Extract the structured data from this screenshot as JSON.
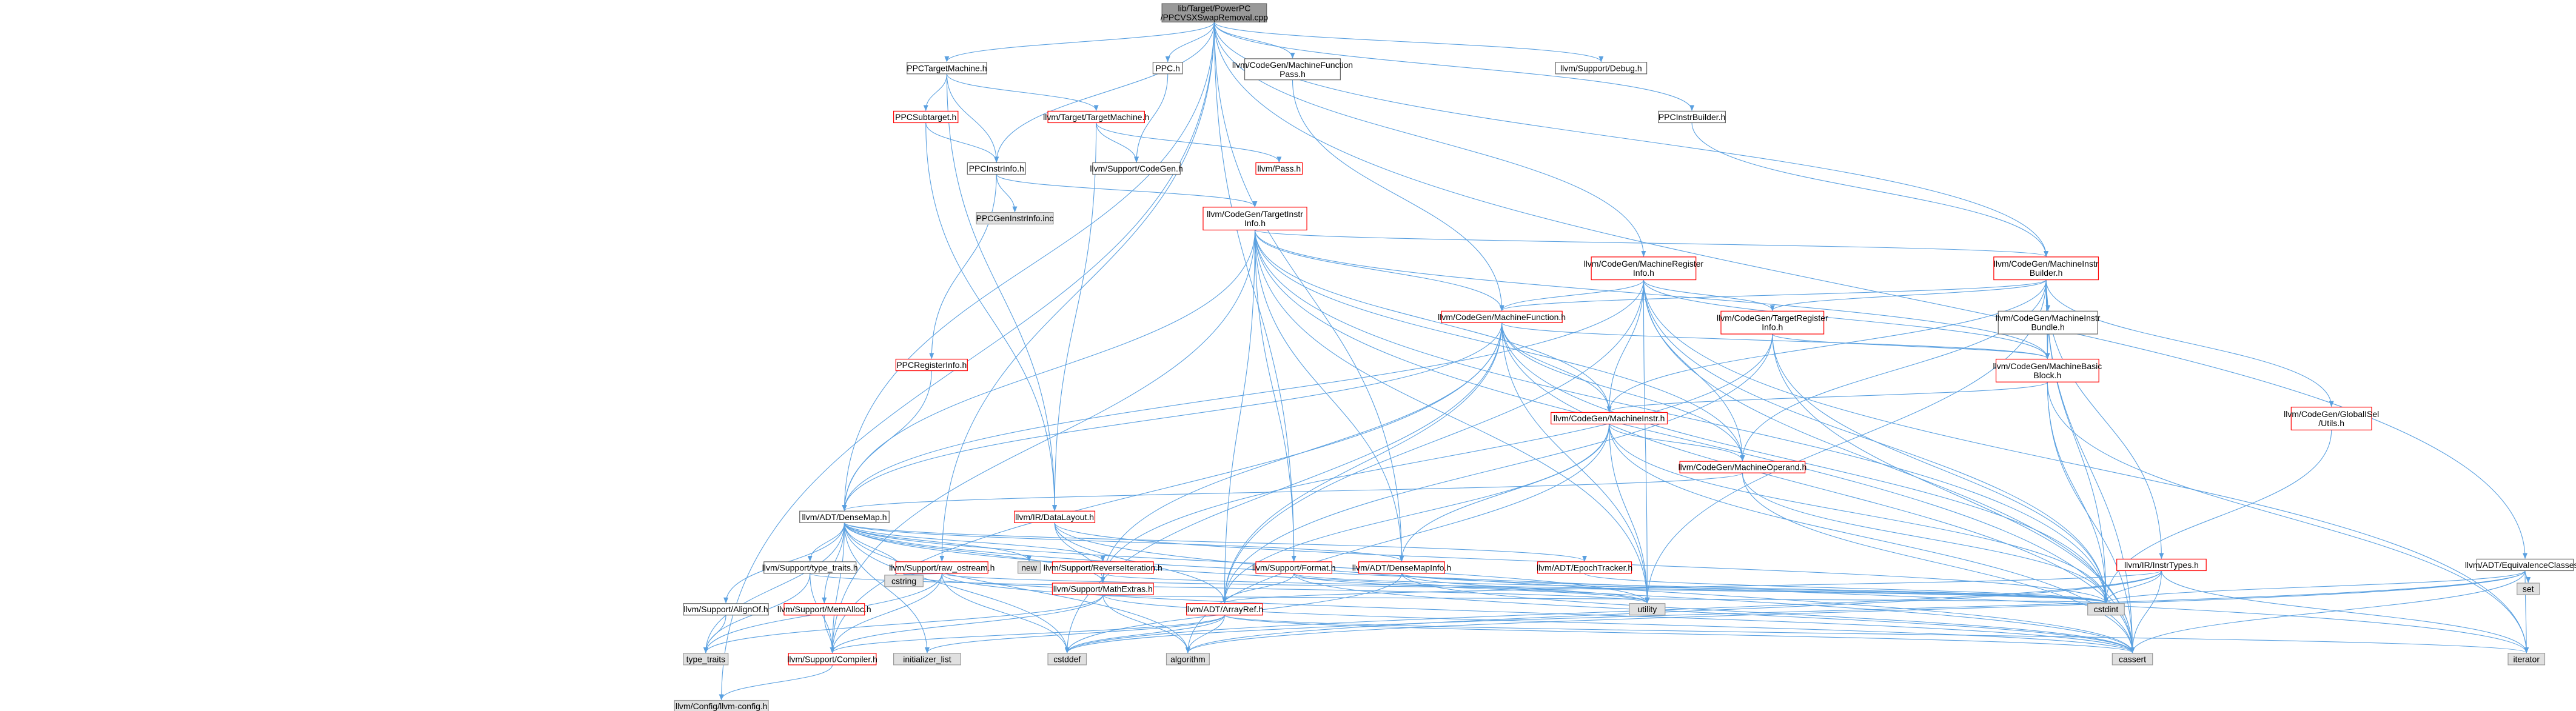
{
  "colors": {
    "root_fill": "#999999",
    "plain_fill": "#ffffff",
    "missing_fill": "#e0e0e0",
    "node_border_black": "#666666",
    "node_border_red": "#ff0000",
    "node_border_gray": "#999999",
    "text": "#000000",
    "edge": "#5aa0e0"
  },
  "nodes": [
    {
      "id": "root",
      "lines": [
        "lib/Target/PowerPC",
        "/PPCVSXSwapRemoval.cpp"
      ],
      "style": "root"
    },
    {
      "id": "ppctm",
      "lines": [
        "PPCTargetMachine.h"
      ],
      "style": "black"
    },
    {
      "id": "ppch",
      "lines": [
        "PPC.h"
      ],
      "style": "black"
    },
    {
      "id": "mfpass",
      "lines": [
        "llvm/CodeGen/MachineFunction",
        "Pass.h"
      ],
      "style": "black"
    },
    {
      "id": "debug",
      "lines": [
        "llvm/Support/Debug.h"
      ],
      "style": "black"
    },
    {
      "id": "ppcinstrbuilder",
      "lines": [
        "PPCInstrBuilder.h"
      ],
      "style": "black"
    },
    {
      "id": "ppcsubtarget",
      "lines": [
        "PPCSubtarget.h"
      ],
      "style": "red"
    },
    {
      "id": "targetmachine",
      "lines": [
        "llvm/Target/TargetMachine.h"
      ],
      "style": "red"
    },
    {
      "id": "ppcinstrinfo",
      "lines": [
        "PPCInstrInfo.h"
      ],
      "style": "black"
    },
    {
      "id": "cgcodegen",
      "lines": [
        "llvm/Support/CodeGen.h"
      ],
      "style": "black"
    },
    {
      "id": "pass",
      "lines": [
        "llvm/Pass.h"
      ],
      "style": "red"
    },
    {
      "id": "ppcgeninstr",
      "lines": [
        "PPCGenInstrInfo.inc"
      ],
      "style": "gray"
    },
    {
      "id": "tii",
      "lines": [
        "llvm/CodeGen/TargetInstr",
        "Info.h"
      ],
      "style": "red"
    },
    {
      "id": "mri",
      "lines": [
        "llvm/CodeGen/MachineRegister",
        "Info.h"
      ],
      "style": "red"
    },
    {
      "id": "mib",
      "lines": [
        "llvm/CodeGen/MachineInstr",
        "Builder.h"
      ],
      "style": "red"
    },
    {
      "id": "mf",
      "lines": [
        "llvm/CodeGen/MachineFunction.h"
      ],
      "style": "red"
    },
    {
      "id": "tri",
      "lines": [
        "llvm/CodeGen/TargetRegister",
        "Info.h"
      ],
      "style": "red"
    },
    {
      "id": "mibundle",
      "lines": [
        "llvm/CodeGen/MachineInstr",
        "Bundle.h"
      ],
      "style": "black"
    },
    {
      "id": "ppcreginfo",
      "lines": [
        "PPCRegisterInfo.h"
      ],
      "style": "red"
    },
    {
      "id": "mbb",
      "lines": [
        "llvm/CodeGen/MachineBasic",
        "Block.h"
      ],
      "style": "red"
    },
    {
      "id": "gisel",
      "lines": [
        "llvm/CodeGen/GlobalISel",
        "/Utils.h"
      ],
      "style": "red"
    },
    {
      "id": "mi",
      "lines": [
        "llvm/CodeGen/MachineInstr.h"
      ],
      "style": "red"
    },
    {
      "id": "mo",
      "lines": [
        "llvm/CodeGen/MachineOperand.h"
      ],
      "style": "red"
    },
    {
      "id": "densemap",
      "lines": [
        "llvm/ADT/DenseMap.h"
      ],
      "style": "black"
    },
    {
      "id": "datalayout",
      "lines": [
        "llvm/IR/DataLayout.h"
      ],
      "style": "red"
    },
    {
      "id": "irinstrtypes",
      "lines": [
        "llvm/IR/InstrTypes.h"
      ],
      "style": "red"
    },
    {
      "id": "eqclasses",
      "lines": [
        "llvm/ADT/EquivalenceClasses.h"
      ],
      "style": "black"
    },
    {
      "id": "typetraitsh",
      "lines": [
        "llvm/Support/type_traits.h"
      ],
      "style": "black"
    },
    {
      "id": "rawostream",
      "lines": [
        "llvm/Support/raw_ostream.h"
      ],
      "style": "red"
    },
    {
      "id": "new",
      "lines": [
        "new"
      ],
      "style": "gray"
    },
    {
      "id": "reverseiter",
      "lines": [
        "llvm/Support/ReverseIteration.h"
      ],
      "style": "red"
    },
    {
      "id": "mathextras",
      "lines": [
        "llvm/Support/MathExtras.h"
      ],
      "style": "red"
    },
    {
      "id": "format",
      "lines": [
        "llvm/Support/Format.h"
      ],
      "style": "red"
    },
    {
      "id": "densemapinfo",
      "lines": [
        "llvm/ADT/DenseMapInfo.h"
      ],
      "style": "red"
    },
    {
      "id": "epochtracker",
      "lines": [
        "llvm/ADT/EpochTracker.h"
      ],
      "style": "red"
    },
    {
      "id": "alignof",
      "lines": [
        "llvm/Support/AlignOf.h"
      ],
      "style": "black"
    },
    {
      "id": "memalloc",
      "lines": [
        "llvm/Support/MemAlloc.h"
      ],
      "style": "red"
    },
    {
      "id": "cstring",
      "lines": [
        "cstring"
      ],
      "style": "gray"
    },
    {
      "id": "arrayref",
      "lines": [
        "llvm/ADT/ArrayRef.h"
      ],
      "style": "red"
    },
    {
      "id": "utility",
      "lines": [
        "utility"
      ],
      "style": "gray"
    },
    {
      "id": "cstdint",
      "lines": [
        "cstdint"
      ],
      "style": "gray"
    },
    {
      "id": "set",
      "lines": [
        "set"
      ],
      "style": "gray"
    },
    {
      "id": "typetraits",
      "lines": [
        "type_traits"
      ],
      "style": "gray"
    },
    {
      "id": "compiler",
      "lines": [
        "llvm/Support/Compiler.h"
      ],
      "style": "red"
    },
    {
      "id": "initlist",
      "lines": [
        "initializer_list"
      ],
      "style": "gray"
    },
    {
      "id": "cstddef",
      "lines": [
        "cstddef"
      ],
      "style": "gray"
    },
    {
      "id": "algorithm",
      "lines": [
        "algorithm"
      ],
      "style": "gray"
    },
    {
      "id": "cassert",
      "lines": [
        "cassert"
      ],
      "style": "gray"
    },
    {
      "id": "iterator",
      "lines": [
        "iterator"
      ],
      "style": "gray"
    },
    {
      "id": "llvmconfig",
      "lines": [
        "llvm/Config/llvm-config.h"
      ],
      "style": "gray"
    }
  ],
  "edges": [
    [
      "root",
      "ppctm"
    ],
    [
      "root",
      "ppch"
    ],
    [
      "root",
      "mfpass"
    ],
    [
      "root",
      "debug"
    ],
    [
      "root",
      "ppcinstrbuilder"
    ],
    [
      "root",
      "ppcinstrinfo"
    ],
    [
      "root",
      "densemap"
    ],
    [
      "root",
      "mri"
    ],
    [
      "root",
      "mib"
    ],
    [
      "root",
      "eqclasses"
    ],
    [
      "root",
      "rawostream"
    ],
    [
      "root",
      "format"
    ],
    [
      "root",
      "llvmconfig"
    ],
    [
      "root",
      "densemapinfo"
    ],
    [
      "ppctm",
      "ppcsubtarget"
    ],
    [
      "ppctm",
      "targetmachine"
    ],
    [
      "ppctm",
      "ppcinstrinfo"
    ],
    [
      "ppctm",
      "datalayout"
    ],
    [
      "ppch",
      "cgcodegen"
    ],
    [
      "mfpass",
      "mf"
    ],
    [
      "ppcinstrbuilder",
      "mib"
    ],
    [
      "ppcsubtarget",
      "ppcinstrinfo"
    ],
    [
      "ppcsubtarget",
      "datalayout"
    ],
    [
      "targetmachine",
      "cgcodegen"
    ],
    [
      "targetmachine",
      "pass"
    ],
    [
      "targetmachine",
      "datalayout"
    ],
    [
      "ppcinstrinfo",
      "ppcgeninstr"
    ],
    [
      "ppcinstrinfo",
      "tii"
    ],
    [
      "ppcinstrinfo",
      "ppcreginfo"
    ],
    [
      "tii",
      "mbb"
    ],
    [
      "tii",
      "mf"
    ],
    [
      "tii",
      "mi"
    ],
    [
      "tii",
      "mo"
    ],
    [
      "tii",
      "densemap"
    ],
    [
      "tii",
      "arrayref"
    ],
    [
      "tii",
      "densemapinfo"
    ],
    [
      "tii",
      "compiler"
    ],
    [
      "tii",
      "utility"
    ],
    [
      "tii",
      "cstdint"
    ],
    [
      "tii",
      "cassert"
    ],
    [
      "tii",
      "mib"
    ],
    [
      "tii",
      "format"
    ],
    [
      "mri",
      "mf"
    ],
    [
      "mri",
      "mbb"
    ],
    [
      "mri",
      "mi"
    ],
    [
      "mri",
      "mo"
    ],
    [
      "mri",
      "tri"
    ],
    [
      "mri",
      "densemap"
    ],
    [
      "mri",
      "arrayref"
    ],
    [
      "mri",
      "iterator"
    ],
    [
      "mri",
      "cstdint"
    ],
    [
      "mri",
      "utility"
    ],
    [
      "mri",
      "cassert"
    ],
    [
      "mib",
      "mbb"
    ],
    [
      "mib",
      "mf"
    ],
    [
      "mib",
      "mi"
    ],
    [
      "mib",
      "mo"
    ],
    [
      "mib",
      "mibundle"
    ],
    [
      "mib",
      "tri"
    ],
    [
      "mib",
      "gisel"
    ],
    [
      "mib",
      "irinstrtypes"
    ],
    [
      "mib",
      "cstdint"
    ],
    [
      "mib",
      "cassert"
    ],
    [
      "mib",
      "utility"
    ],
    [
      "mf",
      "mbb"
    ],
    [
      "mf",
      "mi"
    ],
    [
      "mf",
      "mo"
    ],
    [
      "mf",
      "densemap"
    ],
    [
      "mf",
      "arrayref"
    ],
    [
      "mf",
      "mathextras"
    ],
    [
      "mf",
      "compiler"
    ],
    [
      "mf",
      "utility"
    ],
    [
      "mf",
      "cassert"
    ],
    [
      "mf",
      "cstdint"
    ],
    [
      "mf",
      "cstddef"
    ],
    [
      "tri",
      "mbb"
    ],
    [
      "tri",
      "arrayref"
    ],
    [
      "tri",
      "mathextras"
    ],
    [
      "tri",
      "cstdint"
    ],
    [
      "tri",
      "cassert"
    ],
    [
      "mibundle",
      "mbb"
    ],
    [
      "mbb",
      "mi"
    ],
    [
      "mbb",
      "iterator"
    ],
    [
      "mbb",
      "cstdint"
    ],
    [
      "mbb",
      "cassert"
    ],
    [
      "gisel",
      "cstdint"
    ],
    [
      "mi",
      "mo"
    ],
    [
      "mi",
      "densemapinfo"
    ],
    [
      "mi",
      "arrayref"
    ],
    [
      "mi",
      "cstdint"
    ],
    [
      "mi",
      "cassert"
    ],
    [
      "mi",
      "utility"
    ],
    [
      "mi",
      "algorithm"
    ],
    [
      "mo",
      "densemap"
    ],
    [
      "mo",
      "cstdint"
    ],
    [
      "mo",
      "cassert"
    ],
    [
      "ppcreginfo",
      "densemap"
    ],
    [
      "datalayout",
      "arrayref"
    ],
    [
      "datalayout",
      "mathextras"
    ],
    [
      "datalayout",
      "cstdint"
    ],
    [
      "datalayout",
      "cassert"
    ],
    [
      "irinstrtypes",
      "arrayref"
    ],
    [
      "irinstrtypes",
      "cstdint"
    ],
    [
      "irinstrtypes",
      "cassert"
    ],
    [
      "irinstrtypes",
      "iterator"
    ],
    [
      "irinstrtypes",
      "algorithm"
    ],
    [
      "irinstrtypes",
      "cstddef"
    ],
    [
      "eqclasses",
      "set"
    ],
    [
      "eqclasses",
      "iterator"
    ],
    [
      "eqclasses",
      "cassert"
    ],
    [
      "eqclasses",
      "cstdint"
    ],
    [
      "eqclasses",
      "cstddef"
    ],
    [
      "eqclasses",
      "algorithm"
    ],
    [
      "densemap",
      "densemapinfo"
    ],
    [
      "densemap",
      "epochtracker"
    ],
    [
      "densemap",
      "alignof"
    ],
    [
      "densemap",
      "compiler"
    ],
    [
      "densemap",
      "mathextras"
    ],
    [
      "densemap",
      "memalloc"
    ],
    [
      "densemap",
      "reverseiter"
    ],
    [
      "densemap",
      "typetraitsh"
    ],
    [
      "densemap",
      "algorithm"
    ],
    [
      "densemap",
      "cassert"
    ],
    [
      "densemap",
      "cstddef"
    ],
    [
      "densemap",
      "cstring"
    ],
    [
      "densemap",
      "initlist"
    ],
    [
      "densemap",
      "iterator"
    ],
    [
      "densemap",
      "new"
    ],
    [
      "densemap",
      "typetraits"
    ],
    [
      "densemap",
      "utility"
    ],
    [
      "typetraitsh",
      "compiler"
    ],
    [
      "typetraitsh",
      "typetraits"
    ],
    [
      "typetraitsh",
      "utility"
    ],
    [
      "rawostream",
      "compiler"
    ],
    [
      "rawostream",
      "cstring"
    ],
    [
      "rawostream",
      "cstdint"
    ],
    [
      "rawostream",
      "cassert"
    ],
    [
      "rawostream",
      "cstddef"
    ],
    [
      "rawostream",
      "typetraits"
    ],
    [
      "mathextras",
      "compiler"
    ],
    [
      "mathextras",
      "cstring"
    ],
    [
      "mathextras",
      "algorithm"
    ],
    [
      "mathextras",
      "cassert"
    ],
    [
      "mathextras",
      "typetraits"
    ],
    [
      "mathextras",
      "cstdint"
    ],
    [
      "format",
      "arrayref"
    ],
    [
      "format",
      "cassert"
    ],
    [
      "format",
      "utility"
    ],
    [
      "format",
      "cstdint"
    ],
    [
      "densemapinfo",
      "cassert"
    ],
    [
      "densemapinfo",
      "cstddef"
    ],
    [
      "densemapinfo",
      "cstdint"
    ],
    [
      "densemapinfo",
      "utility"
    ],
    [
      "epochtracker",
      "cstdint"
    ],
    [
      "alignof",
      "typetraits"
    ],
    [
      "memalloc",
      "compiler"
    ],
    [
      "arrayref",
      "compiler"
    ],
    [
      "arrayref",
      "algorithm"
    ],
    [
      "arrayref",
      "cassert"
    ],
    [
      "arrayref",
      "cstddef"
    ],
    [
      "arrayref",
      "initlist"
    ],
    [
      "arrayref",
      "iterator"
    ],
    [
      "compiler",
      "llvmconfig"
    ],
    [
      "reverseiter",
      "cstdint"
    ]
  ]
}
